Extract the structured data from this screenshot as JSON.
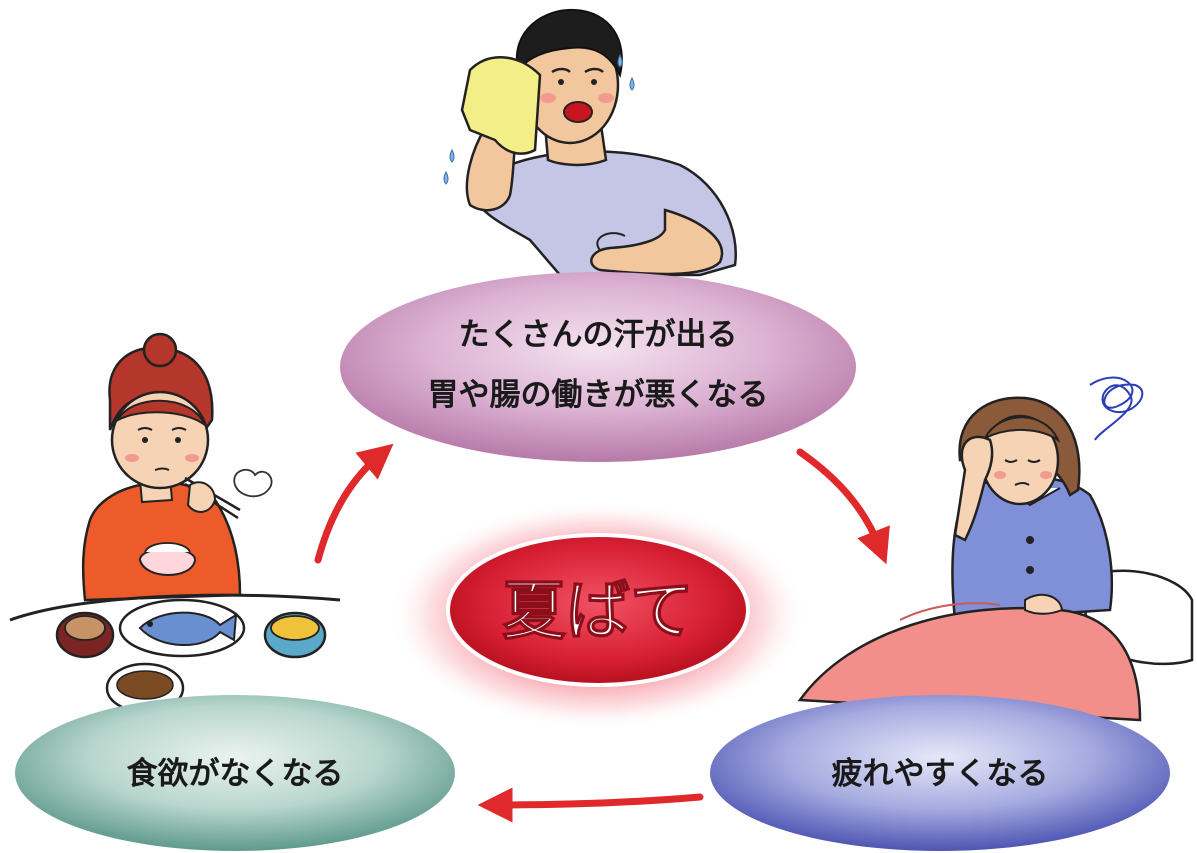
{
  "diagram": {
    "center": {
      "label": "夏ばて"
    },
    "top_node": {
      "lines": [
        "たくさんの汗が出る",
        "胃や腸の働きが悪くなる"
      ]
    },
    "right_node": {
      "label": "疲れやすくなる"
    },
    "left_node": {
      "label": "食欲がなくなる"
    }
  },
  "colors": {
    "arrow": "#e0292b",
    "top_ellipse": "#c68bb8",
    "right_ellipse": "#5b63bb",
    "left_ellipse": "#6fa79c",
    "center_glow": "#e8283a"
  },
  "illustrations": {
    "top": "sweating-man-with-towel",
    "right": "tired-woman-in-bed",
    "left": "girl-eating-with-no-appetite"
  }
}
